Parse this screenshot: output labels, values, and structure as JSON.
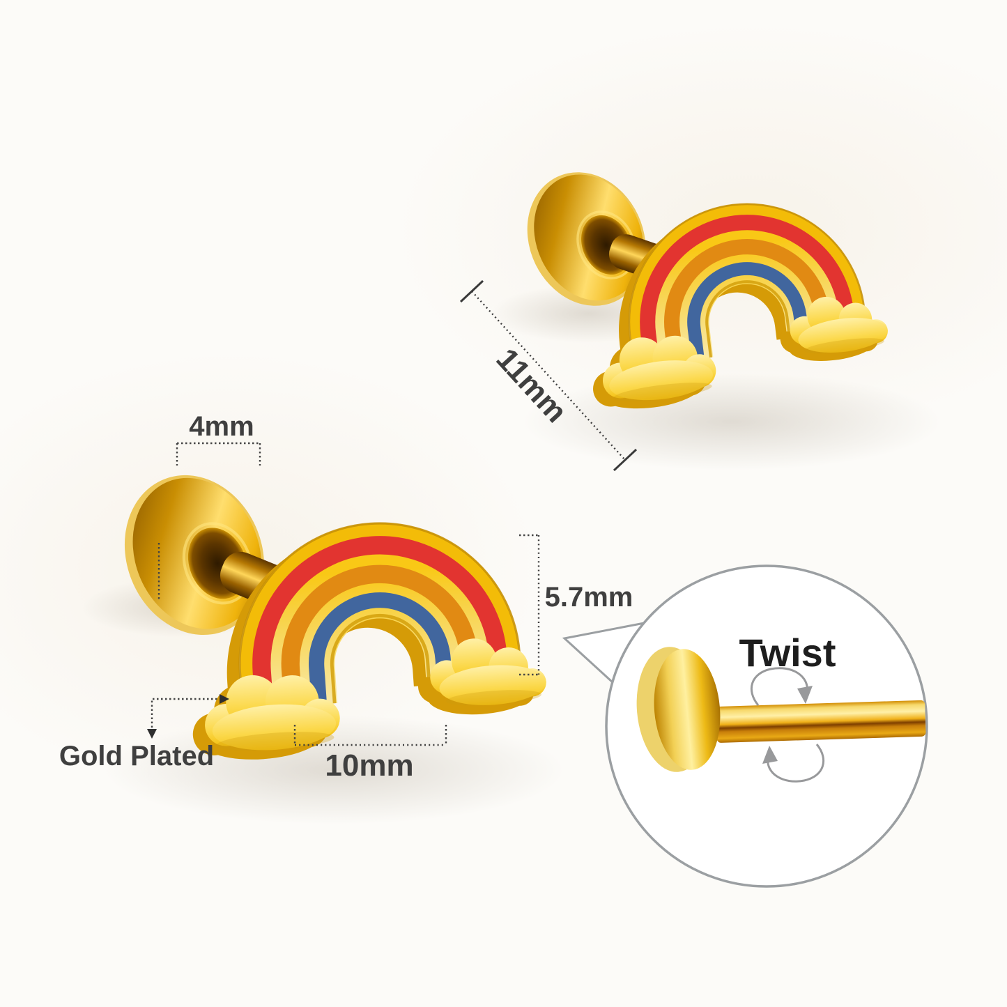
{
  "labels": {
    "back_diameter": "4mm",
    "overall_length": "11mm",
    "charm_height": "5.7mm",
    "charm_width": "10mm",
    "plating": "Gold Plated",
    "mechanism": "Twist"
  },
  "colors": {
    "background": "#FCFBF8",
    "enamel_red": "#E23430",
    "enamel_orange": "#E18A13",
    "enamel_blue": "#41669E",
    "gold": "#F6C40E",
    "gold_pale": "#F7E7A4",
    "dimension_text": "#3F3F3F",
    "dimension_line": "#444444",
    "twist_text": "#1E1E1E",
    "inset_outline": "#9B9FA2"
  },
  "icons": {
    "rotation_upper": "curved-arrow-cw-icon",
    "rotation_lower": "curved-arrow-ccw-icon"
  }
}
